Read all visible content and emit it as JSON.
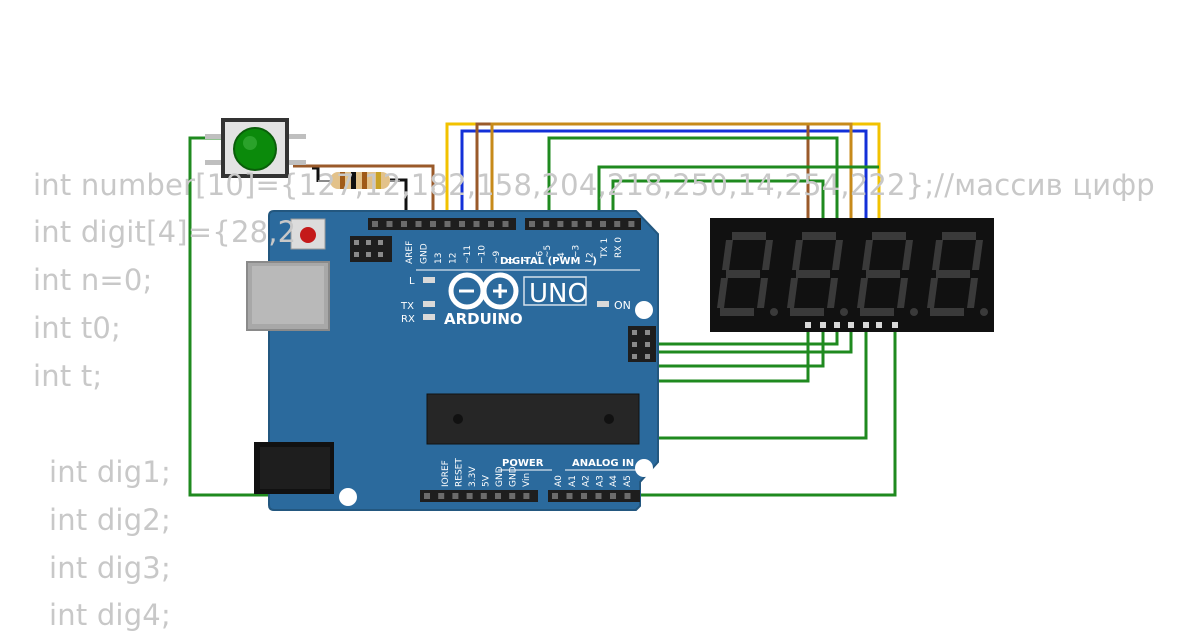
{
  "code": {
    "lines": [
      "int number[10]={127,12,182,158,204,218,250,14,254,222};//массив цифр",
      "int digit[4]={28,2",
      "int n=0;",
      "int t0;",
      "int t;",
      "int dig1;",
      "int dig2;",
      "int dig3;",
      "int dig4;"
    ]
  },
  "board": {
    "brand": "ARDUINO",
    "model": "UNO",
    "on_label": "ON",
    "l_label": "L",
    "tx_label": "TX",
    "rx_label": "RX",
    "digital_label": "DIGITAL (PWM ~)",
    "power_label": "POWER",
    "analog_label": "ANALOG IN",
    "digital_pins": [
      "AREF",
      "GND",
      "13",
      "12",
      "~11",
      "~10",
      "~9",
      "8",
      "7",
      "~6",
      "~5",
      "4",
      "~3",
      "2",
      "TX 1",
      "RX 0"
    ],
    "power_pins": [
      "IOREF",
      "RESET",
      "3.3V",
      "5V",
      "GND",
      "GND",
      "Vin"
    ],
    "analog_pins": [
      "A0",
      "A1",
      "A2",
      "A3",
      "A4",
      "A5"
    ]
  },
  "display": {
    "digits": [
      "8.",
      "8.",
      "8.",
      "8."
    ]
  },
  "colors": {
    "board": "#2b6a9d",
    "display": "#111111",
    "wire_green": "#1f8a1f",
    "wire_brown": "#9a5a2a",
    "wire_blue": "#1330d8",
    "wire_yellow": "#f2c200",
    "code_text": "#c8c8c8"
  },
  "icons": {
    "infinity": "arduino-logo-icon",
    "button": "pushbutton-icon",
    "resistor": "resistor-icon"
  }
}
